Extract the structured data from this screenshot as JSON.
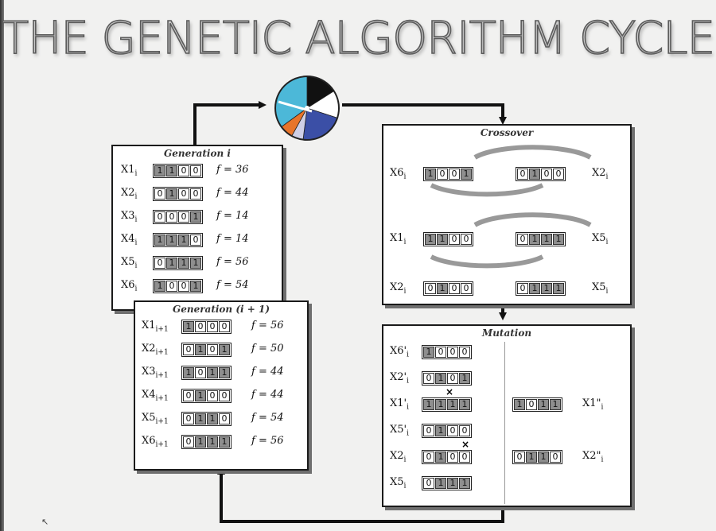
{
  "title": "THE GENETIC ALGORITHM CYCLE",
  "generation_i": {
    "title": "Generation i",
    "rows": [
      {
        "label": "X1",
        "sub": "i",
        "bits": "1100",
        "fitness": "f = 36"
      },
      {
        "label": "X2",
        "sub": "i",
        "bits": "0100",
        "fitness": "f = 44"
      },
      {
        "label": "X3",
        "sub": "i",
        "bits": "0001",
        "fitness": "f = 14"
      },
      {
        "label": "X4",
        "sub": "i",
        "bits": "1110",
        "fitness": "f = 14"
      },
      {
        "label": "X5",
        "sub": "i",
        "bits": "0111",
        "fitness": "f = 56"
      },
      {
        "label": "X6",
        "sub": "i",
        "bits": "1001",
        "fitness": "f = 54"
      }
    ]
  },
  "generation_next": {
    "title": "Generation (i + 1)",
    "rows": [
      {
        "label": "X1",
        "sub": "i+1",
        "bits": "1000",
        "fitness": "f = 56"
      },
      {
        "label": "X2",
        "sub": "i+1",
        "bits": "0101",
        "fitness": "f = 50"
      },
      {
        "label": "X3",
        "sub": "i+1",
        "bits": "1011",
        "fitness": "f = 44"
      },
      {
        "label": "X4",
        "sub": "i+1",
        "bits": "0100",
        "fitness": "f = 44"
      },
      {
        "label": "X5",
        "sub": "i+1",
        "bits": "0110",
        "fitness": "f = 54"
      },
      {
        "label": "X6",
        "sub": "i+1",
        "bits": "0111",
        "fitness": "f = 56"
      }
    ]
  },
  "crossover": {
    "title": "Crossover",
    "pairs": [
      {
        "left": {
          "label": "X6",
          "sub": "i",
          "bits": "1001"
        },
        "right": {
          "label": "X2",
          "sub": "i",
          "bits": "0100"
        }
      },
      {
        "left": {
          "label": "X1",
          "sub": "i",
          "bits": "1100"
        },
        "right": {
          "label": "X5",
          "sub": "i",
          "bits": "0111"
        }
      },
      {
        "left": {
          "label": "X2",
          "sub": "i",
          "bits": "0100"
        },
        "right": {
          "label": "X5",
          "sub": "i",
          "bits": "0111"
        }
      }
    ]
  },
  "mutation": {
    "title": "Mutation",
    "rows": [
      {
        "label": "X6'",
        "sub": "i",
        "bits": "1000"
      },
      {
        "label": "X2'",
        "sub": "i",
        "bits": "0101"
      },
      {
        "label": "X1'",
        "sub": "i",
        "bits": "1111",
        "mutated_label": "X1\"",
        "mutated_sub": "i",
        "mutated_bits": "1011"
      },
      {
        "label": "X5'",
        "sub": "i",
        "bits": "0100"
      },
      {
        "label": "X2",
        "sub": "i",
        "bits": "0100",
        "mutated_label": "X2\"",
        "mutated_sub": "i",
        "mutated_bits": "0110"
      },
      {
        "label": "X5",
        "sub": "i",
        "bits": "0111"
      }
    ],
    "mark": "×"
  },
  "roulette": {
    "colors": [
      "#111111",
      "#ffffff",
      "#3b4fa6",
      "#cfcfe6",
      "#e8742a",
      "#4cb8d8"
    ],
    "slices": [
      0.16,
      0.14,
      0.22,
      0.06,
      0.07,
      0.35
    ]
  },
  "colors": {
    "one": "#8e8e8e",
    "zero": "#ffffff",
    "arrow": "#111111"
  }
}
